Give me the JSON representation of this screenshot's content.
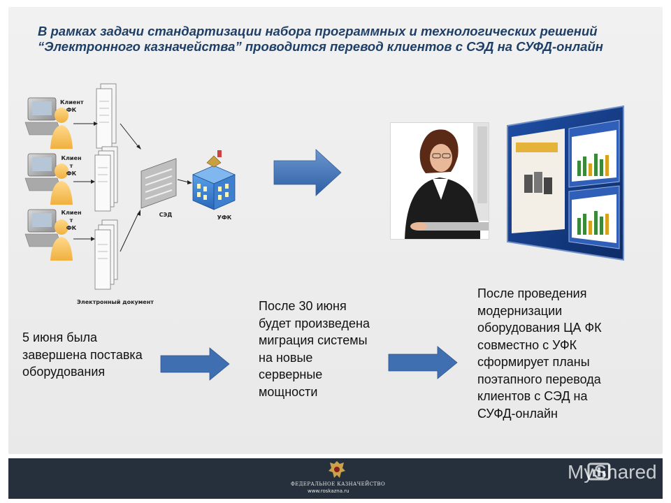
{
  "slide": {
    "title": "В рамках задачи стандартизации набора программных и технологических решений “Электронного казначейства” проводится перевод клиентов с СЭД на СУФД-онлайн"
  },
  "diagram": {
    "client_label_1_line1": "Клиент",
    "client_label_1_line2": "ФК",
    "client_label_2_line1": "Клиен",
    "client_label_2_line2": "т",
    "client_label_2_line3": "ФК",
    "client_label_3_line1": "Клиен",
    "client_label_3_line2": "т",
    "client_label_3_line3": "ФК",
    "sed_label": "СЭД",
    "ufk_label": "УФК",
    "doc_caption": "Электронный документ"
  },
  "steps": {
    "step1": "5 июня была завершена поставка оборудования",
    "step2": "После 30 июня будет произведена миграция системы на новые серверные мощности",
    "step3": "После проведения модернизации оборудования ЦА ФК совместно с УФК сформирует планы поэтапного перевода клиентов с СЭД на СУФД-онлайн"
  },
  "footer": {
    "org_name": "ФЕДЕРАЛЬНОЕ КАЗНАЧЕЙСТВО",
    "url": "www.roskazna.ru",
    "watermark": "MyShared"
  },
  "colors": {
    "title": "#1f3f66",
    "arrow": "#3f6fb0",
    "footer_bg": "#25303c"
  },
  "icons": [
    "computer-user-icon",
    "document-stack-icon",
    "building-icon",
    "arrow-right-icon",
    "emblem-icon"
  ]
}
